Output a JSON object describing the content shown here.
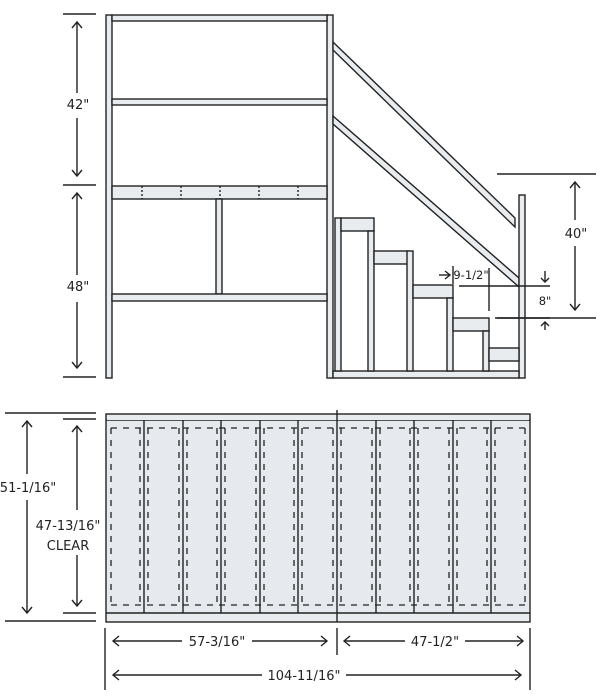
{
  "elevation": {
    "upper_height": "42\"",
    "lower_height": "48\"",
    "rail_height": "40\"",
    "tread_depth": "9-1/2\"",
    "riser_height": "8\""
  },
  "plan": {
    "overall_depth": "51-1/16\"",
    "clear_depth_value": "47-13/16\"",
    "clear_depth_label": "CLEAR",
    "deck_width": "57-3/16\"",
    "stair_width": "47-1/2\"",
    "overall_width": "104-11/16\""
  },
  "colors": {
    "line": "#222222",
    "fill": "#e8ecef"
  }
}
